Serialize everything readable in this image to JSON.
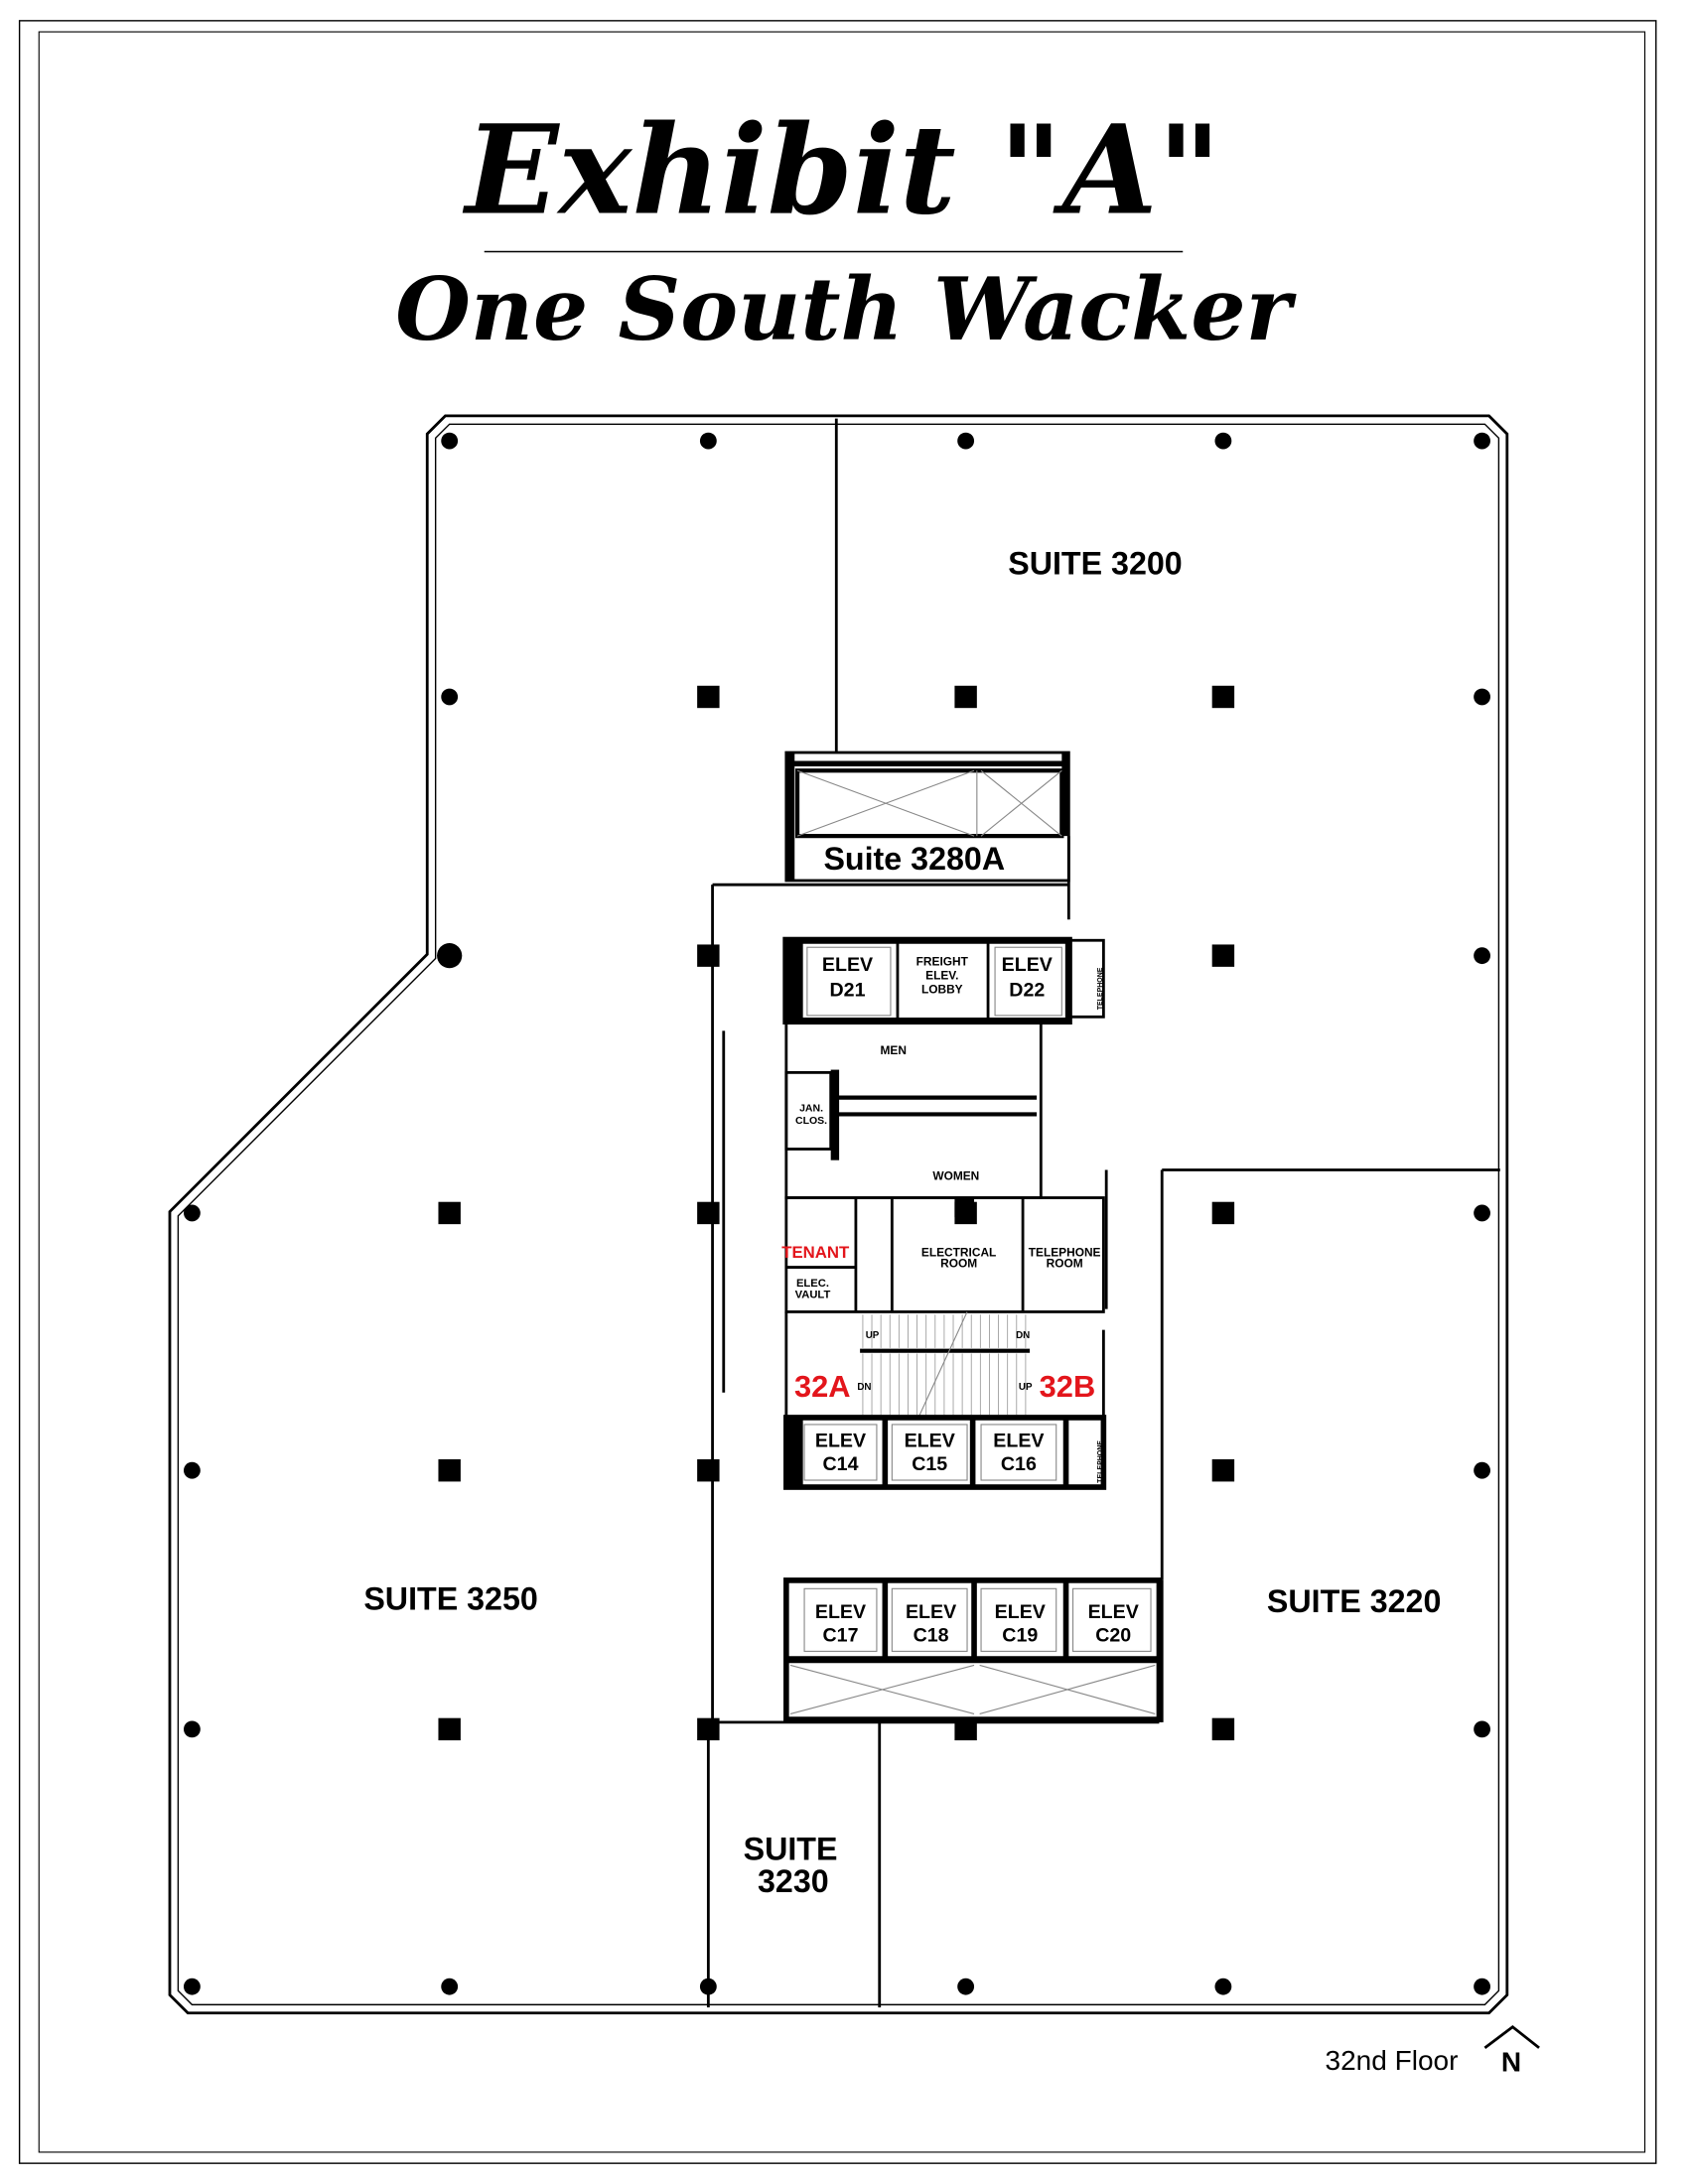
{
  "header": {
    "title": "Exhibit \"A\"",
    "subtitle": "One South Wacker"
  },
  "suites": {
    "s3200": "SUITE 3200",
    "s3280a": "Suite 3280A",
    "s3250": "SUITE 3250",
    "s3220": "SUITE 3220",
    "s3230_line1": "SUITE",
    "s3230_line2": "3230"
  },
  "rooms": {
    "freight_1": "FREIGHT",
    "freight_2": "ELEV.",
    "freight_3": "LOBBY",
    "men": "MEN",
    "women": "WOMEN",
    "jan_1": "JAN.",
    "jan_2": "CLOS.",
    "tenant": "TENANT",
    "vault_1": "ELEC.",
    "vault_2": "VAULT",
    "electrical_1": "ELECTRICAL",
    "electrical_2": "ROOM",
    "telephone_1": "TELEPHONE",
    "telephone_2": "ROOM",
    "telephone_closet": "TELEPHONE"
  },
  "elevators": {
    "prefix": "ELEV",
    "d21": "D21",
    "d22": "D22",
    "c14": "C14",
    "c15": "C15",
    "c16": "C16",
    "c17": "C17",
    "c18": "C18",
    "c19": "C19",
    "c20": "C20"
  },
  "stairs": {
    "a": "32A",
    "b": "32B",
    "up": "UP",
    "dn": "DN"
  },
  "footer": {
    "floor": "32nd Floor",
    "north": "N"
  },
  "colors": {
    "stair_label": "#e3151b"
  }
}
